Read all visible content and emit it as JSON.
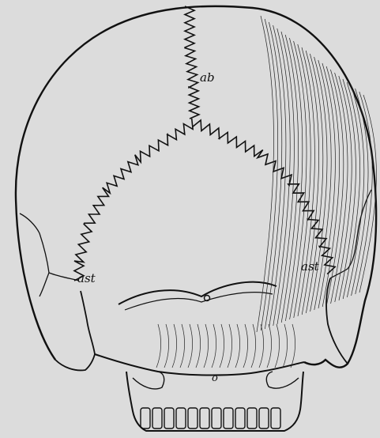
{
  "figure": {
    "labels": {
      "ab": "ab",
      "ast_left": "ast",
      "ast_right": "ast",
      "o": "o"
    },
    "colors": {
      "paper": "#dcdcdc",
      "ink": "#111111"
    }
  }
}
